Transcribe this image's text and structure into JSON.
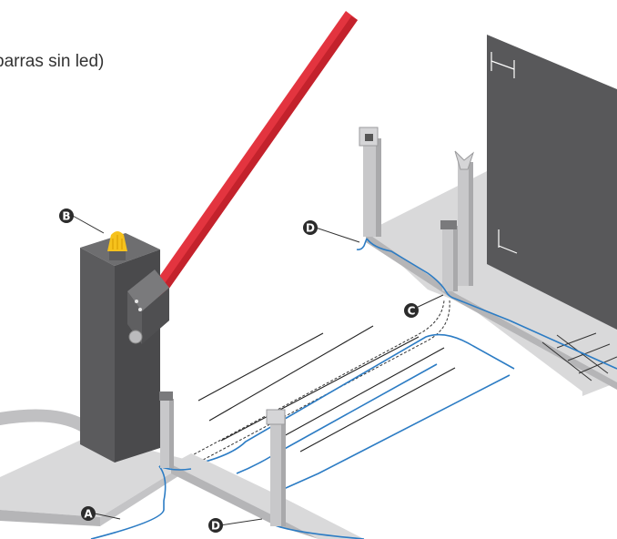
{
  "caption": "parras sin led)",
  "callouts": {
    "a": "A",
    "b": "B",
    "c": "C",
    "d1": "D",
    "d2": "D"
  },
  "colors": {
    "barrier_arm": "#e3343f",
    "arm_stripe": "#c3222c",
    "cabinet_front": "#5b5b5d",
    "cabinet_side": "#4a4a4c",
    "cabinet_top": "#6e6e70",
    "warning_light": "#f6c21c",
    "gate_panel": "#58585a",
    "ground_slab": "#d9d9da",
    "slab_edge": "#b5b5b7",
    "posts": "#c8c8ca",
    "cable": "#2c7cc4",
    "detector_loop_lines": "#222222",
    "callout_badge": "#2b2b2b"
  },
  "icons": {
    "warning_light": "beacon-icon",
    "barrier": "barrier-arm-icon"
  }
}
